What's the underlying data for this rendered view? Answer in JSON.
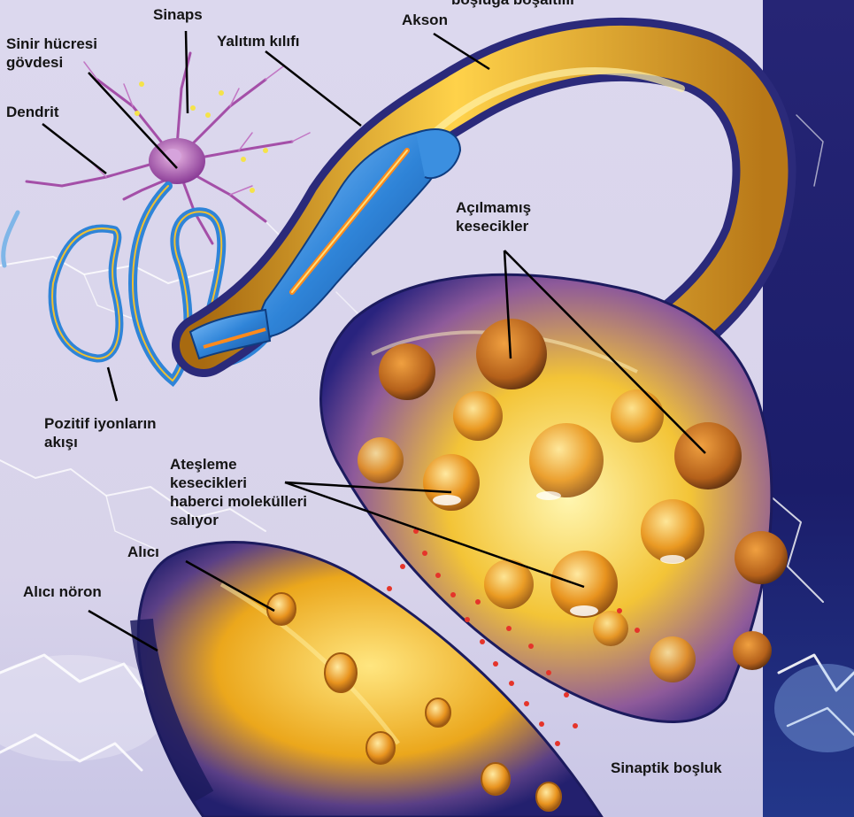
{
  "labels": {
    "top_cut_text": "boşluğa boşaltılır",
    "sinaps": "Sinaps",
    "sinir_hucresi_govdesi": "Sinir hücresi\ngövdesi",
    "yalitim_kilifi": "Yalıtım kılıfı",
    "akson": "Akson",
    "dendrit": "Dendrit",
    "acilmamis_kesecikler": "Açılmamış\nkesecikler",
    "pozitif_iyonlarin_akisi": "Pozitif iyonların\nakışı",
    "atesleme_kesecikleri": "Ateşleme\nkesecikleri\nhaberci molekülleri\nsalıyor",
    "alici": "Alıcı",
    "alici_noron": "Alıcı nöron",
    "sinaptik_bosluk": "Sinaptik boşluk"
  },
  "colors": {
    "background": "#dcd7ee",
    "right_panel": "#1b1d6a",
    "axon_gold": "#f0b020",
    "myelin_blue": "#2f84d8",
    "neuron_purple": "#a44fa8",
    "terminal_navy": "#29237e",
    "vesicle_orange": "#e8931e",
    "molecule_red": "#e5342a"
  },
  "icons": [
    "neuron-cell-icon",
    "lightning-icon",
    "vesicle-icon"
  ]
}
